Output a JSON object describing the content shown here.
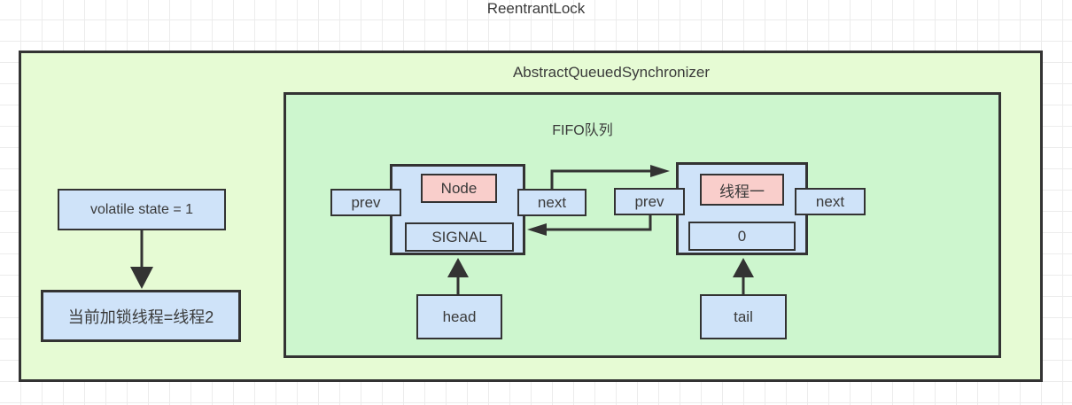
{
  "colors": {
    "canvas-bg": "#ffffff",
    "grid-line": "#ececec",
    "outer-fill": "#e6fbd4",
    "inner-fill": "#cdf6ce",
    "node-fill": "#cfe3f9",
    "highlight-fill": "#f9cecb",
    "stroke": "#333333",
    "text": "#3a3a3a"
  },
  "diagram": {
    "title": "ReentrantLock",
    "aqs": {
      "title": "AbstractQueuedSynchronizer",
      "fifo": {
        "title": "FIFO队列",
        "node1": {
          "name": "Node",
          "status": "SIGNAL",
          "prev": "prev",
          "next": "next"
        },
        "node2": {
          "name": "线程一",
          "status": "0",
          "prev": "prev",
          "next": "next"
        },
        "head_label": "head",
        "tail_label": "tail"
      }
    },
    "state_label": "volatile state = 1",
    "owner_label": "当前加锁线程=线程2"
  }
}
